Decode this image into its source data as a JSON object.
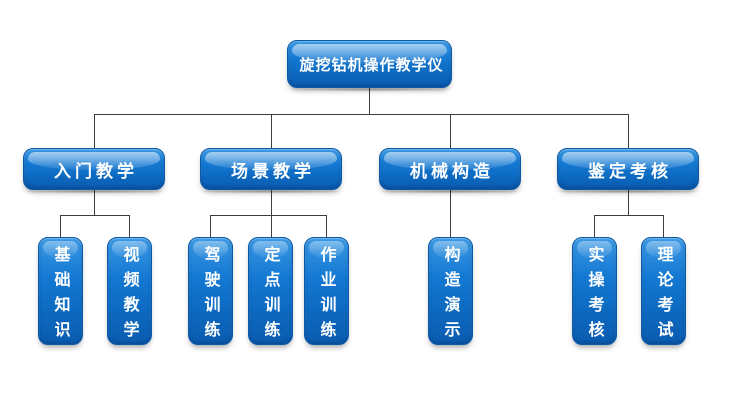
{
  "diagram": {
    "title": "旋挖钻机操作教学仪",
    "root": {
      "label": "旋挖钻机操作教学仪"
    },
    "groups": [
      {
        "parent": {
          "label": "入门教学"
        },
        "children": [
          {
            "label": "基础知识"
          },
          {
            "label": "视频教学"
          }
        ]
      },
      {
        "parent": {
          "label": "场景教学"
        },
        "children": [
          {
            "label": "驾驶训练"
          },
          {
            "label": "定点训练"
          },
          {
            "label": "作业训练"
          }
        ]
      },
      {
        "parent": {
          "label": "机械构造"
        },
        "children": [
          {
            "label": "构造演示"
          }
        ]
      },
      {
        "parent": {
          "label": "鉴定考核"
        },
        "children": [
          {
            "label": "实操考核"
          },
          {
            "label": "理论考试"
          }
        ]
      }
    ],
    "colors": {
      "button_blue": "#0e6fc5",
      "button_blue_light": "#3a98e4",
      "button_blue_dark": "#0a5cb0",
      "connector_line": "#3d3d3d",
      "text": "#ffffff",
      "background": "#ffffff"
    }
  }
}
